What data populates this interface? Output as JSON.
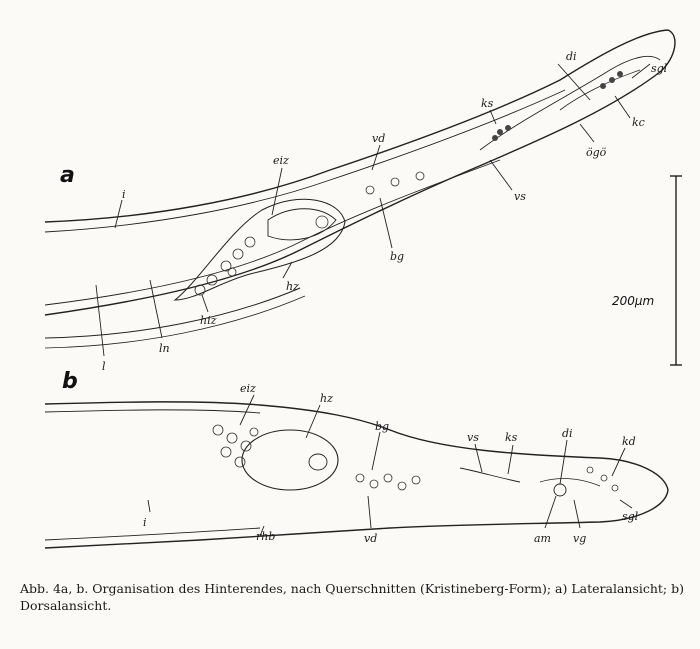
{
  "figure": {
    "panels": [
      "a",
      "b"
    ],
    "labels_a": [
      "di",
      "sgl",
      "ks",
      "kc",
      "vd",
      "ögö",
      "eiz",
      "vs",
      "i",
      "bg",
      "hz",
      "hiz",
      "ln",
      "l"
    ],
    "labels_b": [
      "eiz",
      "hz",
      "bg",
      "vs",
      "ks",
      "di",
      "kd",
      "i",
      "rhb",
      "vd",
      "am",
      "vg",
      "sgl"
    ],
    "scale_bar": "200µm"
  },
  "caption": "Abb. 4a, b. Organisation des Hinterendes, nach Querschnitten (Kristineberg-Form); a) Lateralansicht; b) Dorsalansicht."
}
